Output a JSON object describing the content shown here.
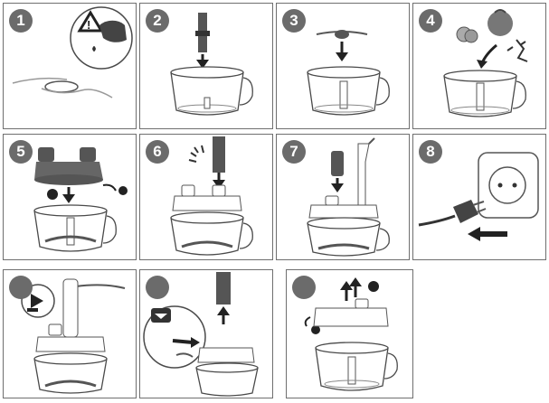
{
  "steps": [
    {
      "number": "1",
      "action": "warning-wash-hands"
    },
    {
      "number": "2",
      "action": "insert-shaft"
    },
    {
      "number": "3",
      "action": "place-blade"
    },
    {
      "number": "4",
      "action": "add-ingredients"
    },
    {
      "number": "5",
      "action": "attach-lid"
    },
    {
      "number": "6",
      "action": "lock-lid"
    },
    {
      "number": "7",
      "action": "attach-motor"
    },
    {
      "number": "8",
      "action": "plug-in"
    },
    {
      "number": "",
      "action": "press-button-chop"
    },
    {
      "number": "",
      "action": "release-remove-motor"
    },
    {
      "number": "",
      "action": "remove-lid"
    }
  ],
  "colors": {
    "border": "#6f6f6f",
    "badge": "#6b6b6b",
    "line": "#4a4a4a",
    "dark": "#333333",
    "light": "#e6e6e6"
  }
}
